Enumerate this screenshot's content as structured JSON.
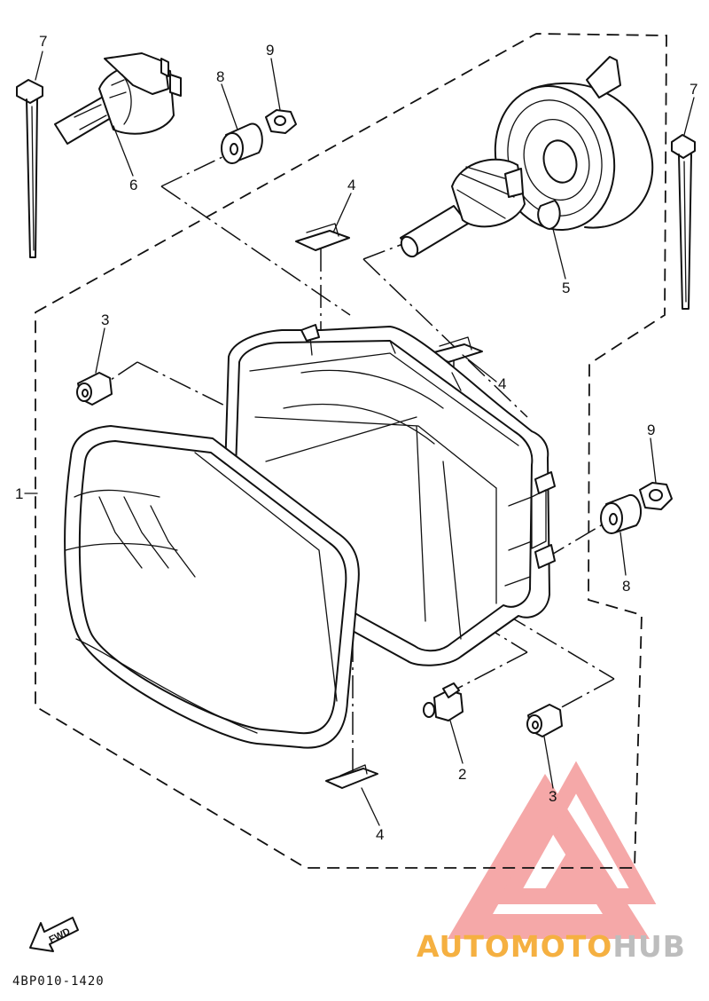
{
  "diagram": {
    "drawing_code": "4BP010-1420",
    "fwd_label": "FWD",
    "callouts": {
      "c1": "1",
      "c2": "2",
      "c3a": "3",
      "c3b": "3",
      "c4a": "4",
      "c4b": "4",
      "c4c": "4",
      "c5": "5",
      "c6": "6",
      "c7a": "7",
      "c7b": "7",
      "c8a": "8",
      "c8b": "8",
      "c9a": "9",
      "c9b": "9"
    }
  },
  "watermark": {
    "brand_part1": "AUTOMOTO",
    "brand_part2": "HUB",
    "color_part1": "#f5b041",
    "color_part2": "#bdbdbd",
    "logo_color": "#f28b8b"
  }
}
